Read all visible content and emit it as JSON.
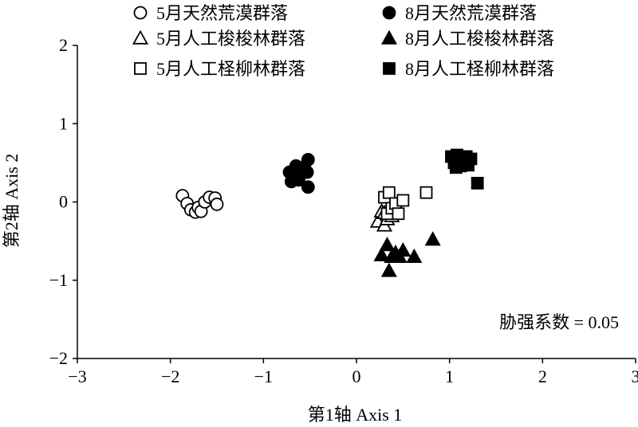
{
  "chart_data": {
    "type": "scatter",
    "title": "",
    "xlabel": "第1轴 Axis 1",
    "ylabel": "第2轴 Axis 2",
    "xlim": [
      -3,
      3
    ],
    "ylim": [
      -2,
      2
    ],
    "xticks": [
      "−3",
      "−2",
      "−1",
      "0",
      "1",
      "2",
      "3"
    ],
    "yticks": [
      "−2",
      "−1",
      "0",
      "1",
      "2"
    ],
    "xtick_values": [
      -3,
      -2,
      -1,
      0,
      1,
      2,
      3
    ],
    "ytick_values": [
      -2,
      -1,
      0,
      1,
      2
    ],
    "grid": false,
    "legend_position": "top",
    "annotation": "胁强系数 = 0.05",
    "series": [
      {
        "name": "5月天然荒漠群落",
        "marker": "circle",
        "filled": false,
        "points": [
          [
            -1.87,
            0.08
          ],
          [
            -1.82,
            -0.02
          ],
          [
            -1.78,
            -0.1
          ],
          [
            -1.73,
            -0.13
          ],
          [
            -1.7,
            -0.07
          ],
          [
            -1.67,
            -0.12
          ],
          [
            -1.63,
            0.0
          ],
          [
            -1.58,
            0.06
          ],
          [
            -1.52,
            0.05
          ],
          [
            -1.5,
            -0.03
          ]
        ]
      },
      {
        "name": "8月天然荒漠群落",
        "marker": "circle",
        "filled": true,
        "points": [
          [
            -0.72,
            0.38
          ],
          [
            -0.7,
            0.26
          ],
          [
            -0.68,
            0.32
          ],
          [
            -0.65,
            0.46
          ],
          [
            -0.62,
            0.28
          ],
          [
            -0.6,
            0.4
          ],
          [
            -0.56,
            0.45
          ],
          [
            -0.52,
            0.54
          ],
          [
            -0.53,
            0.38
          ],
          [
            -0.52,
            0.19
          ]
        ]
      },
      {
        "name": "5月人工梭梭林群落",
        "marker": "triangle",
        "filled": false,
        "points": [
          [
            0.23,
            -0.25
          ],
          [
            0.27,
            -0.12
          ],
          [
            0.3,
            -0.3
          ],
          [
            0.33,
            -0.22
          ],
          [
            0.36,
            -0.05
          ],
          [
            0.38,
            -0.18
          ],
          [
            0.4,
            -0.02
          ],
          [
            0.3,
            -0.14
          ]
        ]
      },
      {
        "name": "8月人工梭梭林群落",
        "marker": "triangle",
        "filled": true,
        "points": [
          [
            0.27,
            -0.68
          ],
          [
            0.33,
            -0.55
          ],
          [
            0.35,
            -0.88
          ],
          [
            0.38,
            -0.7
          ],
          [
            0.42,
            -0.65
          ],
          [
            0.46,
            -0.7
          ],
          [
            0.5,
            -0.62
          ],
          [
            0.62,
            -0.7
          ],
          [
            0.82,
            -0.48
          ]
        ]
      },
      {
        "name": "5月人工柽柳林群落",
        "marker": "square",
        "filled": false,
        "points": [
          [
            0.3,
            0.06
          ],
          [
            0.35,
            0.12
          ],
          [
            0.33,
            -0.15
          ],
          [
            0.38,
            -0.08
          ],
          [
            0.42,
            -0.02
          ],
          [
            0.45,
            -0.15
          ],
          [
            0.5,
            0.02
          ],
          [
            0.75,
            0.12
          ]
        ]
      },
      {
        "name": "8月人工柽柳林群落",
        "marker": "square",
        "filled": true,
        "points": [
          [
            1.02,
            0.58
          ],
          [
            1.05,
            0.5
          ],
          [
            1.07,
            0.44
          ],
          [
            1.08,
            0.6
          ],
          [
            1.12,
            0.46
          ],
          [
            1.15,
            0.52
          ],
          [
            1.18,
            0.58
          ],
          [
            1.2,
            0.47
          ],
          [
            1.23,
            0.55
          ],
          [
            1.3,
            0.24
          ]
        ]
      }
    ]
  }
}
